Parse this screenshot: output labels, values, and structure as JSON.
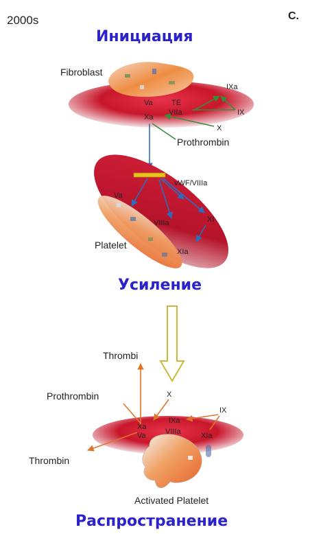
{
  "header": {
    "era": "2000s",
    "panel_letter": "C."
  },
  "phases": {
    "initiation": "Инициация",
    "amplification": "Усиление",
    "propagation": "Распространение"
  },
  "initiation": {
    "cell": "Fibroblast",
    "factors": [
      "IXa",
      "Va",
      "TE",
      "VIIa",
      "IX",
      "Xa",
      "X",
      "Prothrombin"
    ]
  },
  "amplification": {
    "cell": "Platelet",
    "factors": [
      "vWF/VIIIa",
      "Va",
      "VIIIa",
      "XI",
      "XIa"
    ]
  },
  "propagation": {
    "cell": "Activated Platelet",
    "factors": [
      "Thrombi",
      "Prothrombin",
      "X",
      "IX",
      "IXa",
      "Xa",
      "VIIIa",
      "Va",
      "XIa",
      "Thrombin"
    ]
  },
  "colors": {
    "phase_text": "#2b22c9",
    "cell_red": "#c8162b",
    "green_arrow": "#3d8a3a",
    "blue_arrow": "#2a6fbf",
    "orange_arrow": "#e0742a",
    "block_arrow": "#c9b83a"
  }
}
